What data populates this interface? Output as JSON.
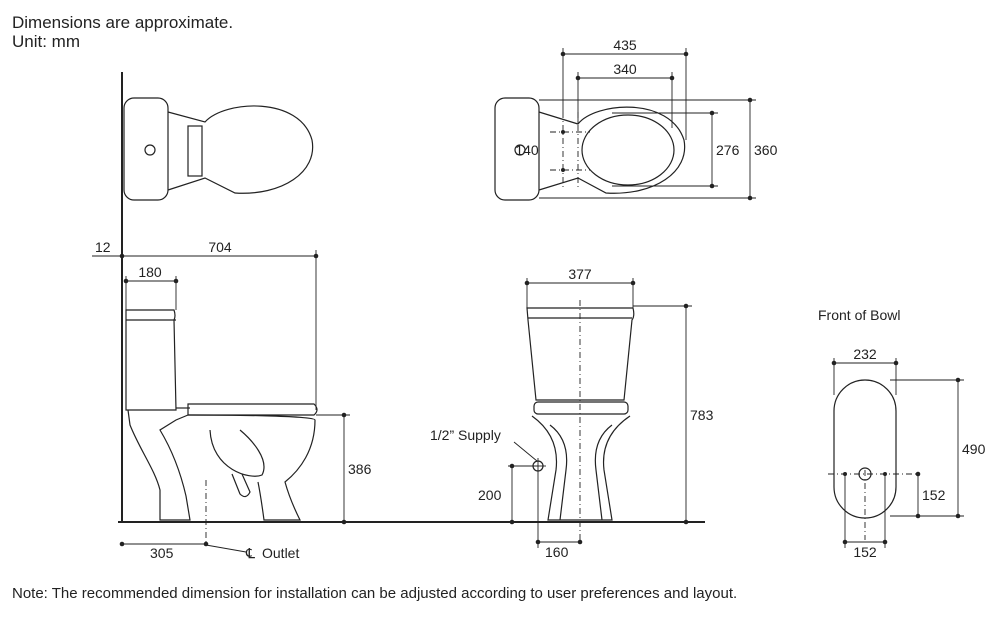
{
  "header": {
    "line1": "Dimensions are approximate.",
    "line2": "Unit: mm"
  },
  "note": "Note: The recommended dimension for installation can be adjusted according to user preferences and layout.",
  "dims": {
    "top_tank_width": "435",
    "top_seat_width": "340",
    "top_hole_offset": "140",
    "top_seat_depth": "276",
    "top_total_depth": "360",
    "side_wall_gap": "12",
    "side_total_length": "704",
    "side_tank_depth": "180",
    "side_seat_height": "386",
    "side_outlet": "305",
    "outlet_label": "Outlet",
    "front_width": "377",
    "front_height": "783",
    "supply_label": "1/2” Supply",
    "supply_height": "200",
    "supply_offset": "160",
    "bowl_title": "Front of Bowl",
    "bowl_width": "232",
    "bowl_height": "490",
    "bowl_hole_height": "152",
    "bowl_hole_spacing": "152"
  }
}
